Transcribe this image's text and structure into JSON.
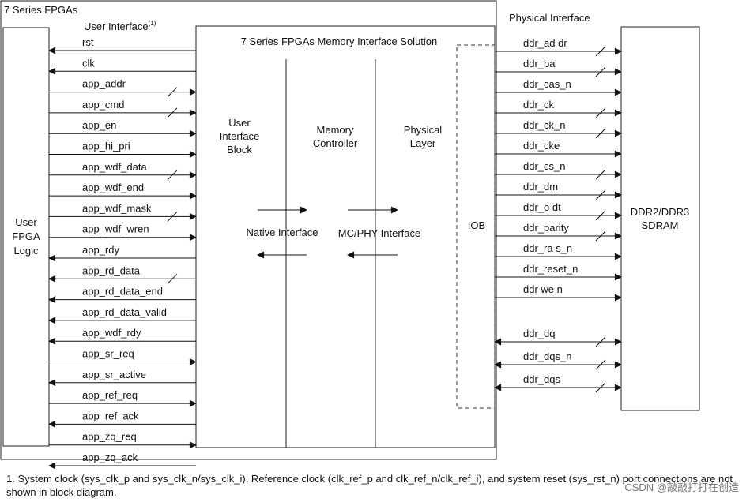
{
  "fpga_title": "7 Series FPGAs",
  "ui_label": "User Interface",
  "ui_footnote_mark": "(1)",
  "phy_if_label": "Physical Interface",
  "mis_title": "7 Series FPGAs Memory Interface Solution",
  "user_logic": [
    "User",
    "FPGA",
    "Logic"
  ],
  "ui_block": [
    "User",
    "Interface",
    "Block"
  ],
  "mem_ctrl": [
    "Memory",
    "Controller"
  ],
  "phys_layer": [
    "Physical",
    "Layer"
  ],
  "native_if": "Native Interface",
  "mcphy_if": "MC/PHY Interface",
  "iob": "IOB",
  "sdram": [
    "DDR2/DDR3",
    "SDRAM"
  ],
  "ui_signals": [
    {
      "name": "rst",
      "dir": "out",
      "bus": false
    },
    {
      "name": "clk",
      "dir": "out",
      "bus": false
    },
    {
      "name": "app_addr",
      "dir": "in",
      "bus": true
    },
    {
      "name": "app_cmd",
      "dir": "in",
      "bus": true
    },
    {
      "name": "app_en",
      "dir": "in",
      "bus": false
    },
    {
      "name": "app_hi_pri",
      "dir": "in",
      "bus": false
    },
    {
      "name": "app_wdf_data",
      "dir": "in",
      "bus": true
    },
    {
      "name": "app_wdf_end",
      "dir": "in",
      "bus": false
    },
    {
      "name": "app_wdf_mask",
      "dir": "in",
      "bus": true
    },
    {
      "name": "app_wdf_wren",
      "dir": "in",
      "bus": false
    },
    {
      "name": "app_rdy",
      "dir": "out",
      "bus": false
    },
    {
      "name": "app_rd_data",
      "dir": "out",
      "bus": true
    },
    {
      "name": "app_rd_data_end",
      "dir": "out",
      "bus": false
    },
    {
      "name": "app_rd_data_valid",
      "dir": "out",
      "bus": false
    },
    {
      "name": "app_wdf_rdy",
      "dir": "out",
      "bus": false
    },
    {
      "name": "app_sr_req",
      "dir": "in",
      "bus": false
    },
    {
      "name": "app_sr_active",
      "dir": "out",
      "bus": false
    },
    {
      "name": "app_ref_req",
      "dir": "in",
      "bus": false
    },
    {
      "name": "app_ref_ack",
      "dir": "out",
      "bus": false
    },
    {
      "name": "app_zq_req",
      "dir": "in",
      "bus": false
    },
    {
      "name": "app_zq_ack",
      "dir": "out",
      "bus": false
    }
  ],
  "phy_signals": [
    {
      "name": "ddr_ad dr",
      "dir": "out",
      "bus": true
    },
    {
      "name": "ddr_ba",
      "dir": "out",
      "bus": true
    },
    {
      "name": "ddr_cas_n",
      "dir": "out",
      "bus": false
    },
    {
      "name": "ddr_ck",
      "dir": "out",
      "bus": true
    },
    {
      "name": "ddr_ck_n",
      "dir": "out",
      "bus": true
    },
    {
      "name": "ddr_cke",
      "dir": "out",
      "bus": false
    },
    {
      "name": "ddr_cs_n",
      "dir": "out",
      "bus": true
    },
    {
      "name": "ddr_dm",
      "dir": "out",
      "bus": true
    },
    {
      "name": "ddr_o dt",
      "dir": "out",
      "bus": true
    },
    {
      "name": "ddr_parity",
      "dir": "out",
      "bus": true
    },
    {
      "name": "ddr_ra s_n",
      "dir": "out",
      "bus": false
    },
    {
      "name": "ddr_reset_n",
      "dir": "out",
      "bus": false
    },
    {
      "name": "ddr we n",
      "dir": "out",
      "bus": false
    },
    {
      "name": "ddr_dq",
      "dir": "bi",
      "bus": true
    },
    {
      "name": "ddr_dqs_n",
      "dir": "bi",
      "bus": true
    },
    {
      "name": "ddr_dqs",
      "dir": "bi",
      "bus": true
    }
  ],
  "footnote": "1. System clock (sys_clk_p and sys_clk_n/sys_clk_i), Reference clock (clk_ref_p and clk_ref_n/clk_ref_i), and system reset (sys_rst_n) port connections are not shown in block diagram.",
  "watermark": "CSDN @敲敲打打在创造"
}
